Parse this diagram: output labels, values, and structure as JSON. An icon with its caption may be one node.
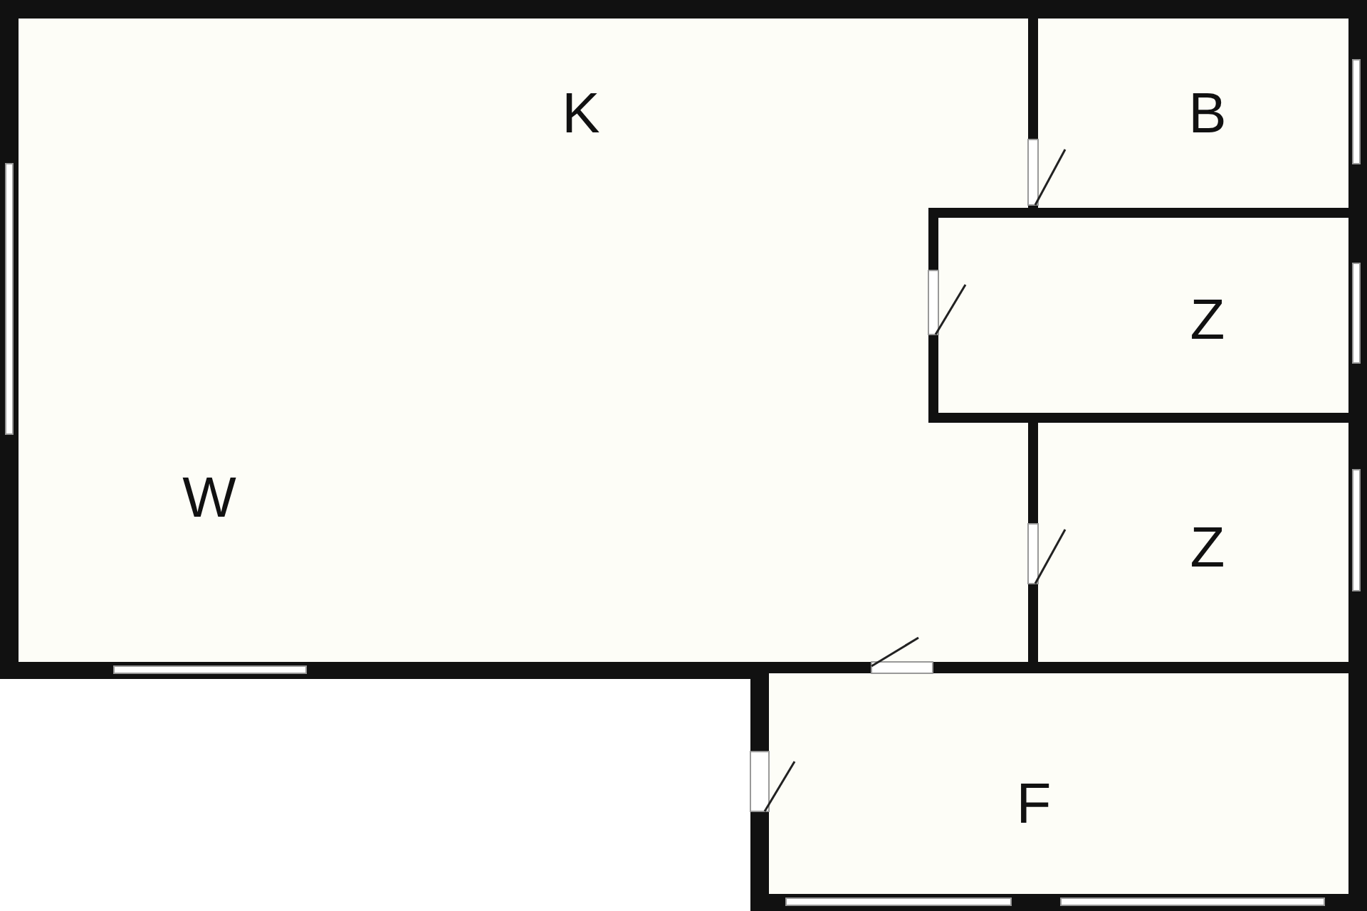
{
  "diagram": {
    "labels": [
      "K",
      "B",
      "Z",
      "W",
      "Z",
      "F"
    ]
  }
}
